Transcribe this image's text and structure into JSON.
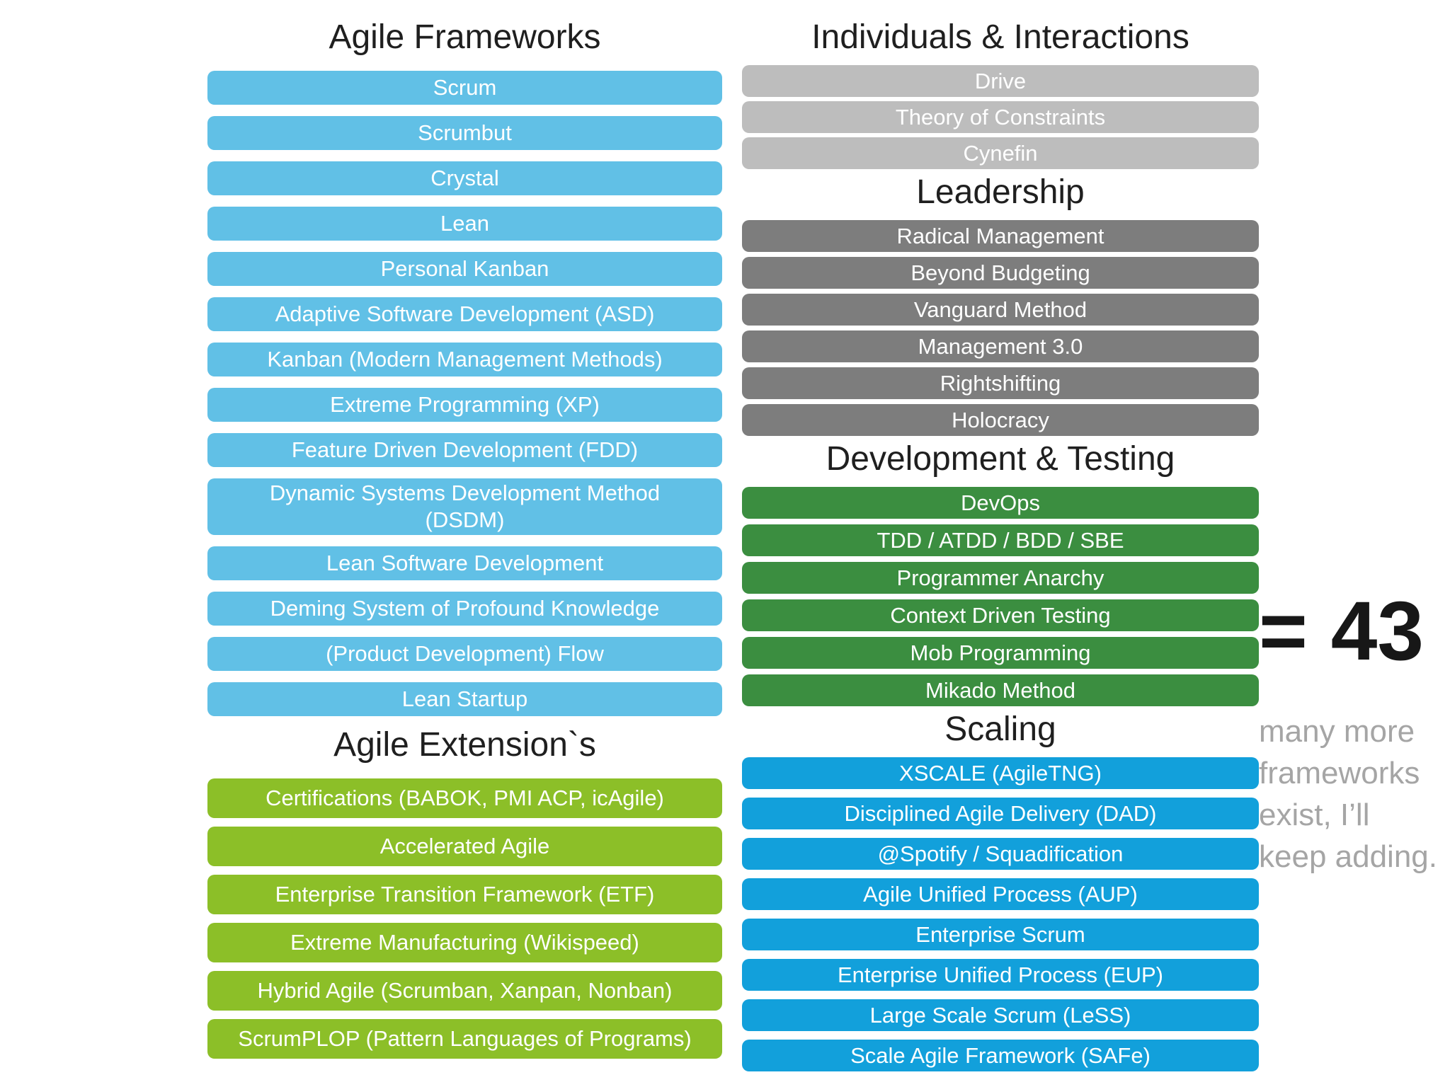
{
  "figure": {
    "left_column": {
      "sections": [
        {
          "title": "Agile Frameworks",
          "color": "#61C0E6",
          "text_color": "#ffffff",
          "items": [
            "Scrum",
            "Scrumbut",
            "Crystal",
            "Lean",
            "Personal Kanban",
            "Adaptive Software Development (ASD)",
            "Kanban (Modern Management Methods)",
            "Extreme Programming (XP)",
            "Feature Driven Development (FDD)",
            "Dynamic Systems Development Method\n(DSDM)",
            "Lean Software Development",
            "Deming System of Profound Knowledge",
            "(Product Development) Flow",
            "Lean Startup"
          ]
        },
        {
          "title": "Agile Extension`s",
          "color": "#8CBF28",
          "text_color": "#ffffff",
          "items": [
            "Certifications (BABOK, PMI ACP, icAgile)",
            "Accelerated Agile",
            "Enterprise Transition Framework (ETF)",
            "Extreme Manufacturing (Wikispeed)",
            "Hybrid Agile (Scrumban, Xanpan, Nonban)",
            "ScrumPLOP (Pattern Languages of Programs)"
          ]
        }
      ]
    },
    "right_column": {
      "sections": [
        {
          "title": "Individuals & Interactions",
          "color": "#BDBDBD",
          "text_color": "#ffffff",
          "items": [
            "Drive",
            "Theory of Constraints",
            "Cynefin"
          ]
        },
        {
          "title": "Leadership",
          "color": "#7D7D7D",
          "text_color": "#ffffff",
          "items": [
            "Radical Management",
            "Beyond Budgeting",
            "Vanguard Method",
            "Management 3.0",
            "Rightshifting",
            "Holocracy"
          ]
        },
        {
          "title": "Development & Testing",
          "color": "#3B8E40",
          "text_color": "#ffffff",
          "items": [
            "DevOps",
            "TDD / ATDD / BDD / SBE",
            "Programmer Anarchy",
            "Context Driven Testing",
            "Mob Programming",
            "Mikado Method"
          ]
        },
        {
          "title": "Scaling",
          "color": "#12A0DB",
          "text_color": "#ffffff",
          "items": [
            "XSCALE (AgileTNG)",
            "Disciplined Agile Delivery (DAD)",
            "@Spotify / Squadification",
            "Agile Unified Process (AUP)",
            "Enterprise Scrum",
            "Enterprise Unified Process (EUP)",
            "Large Scale Scrum (LeSS)",
            "Scale Agile Framework (SAFe)"
          ]
        }
      ]
    },
    "annotation": {
      "total": "= 43",
      "note": "many more\nframeworks\nexist, I’ll\nkeep adding."
    },
    "colors": {
      "background": "#ffffff",
      "title_text": "#1f1f1f",
      "total_text": "#171717",
      "note_text": "#a5a5a5"
    }
  }
}
